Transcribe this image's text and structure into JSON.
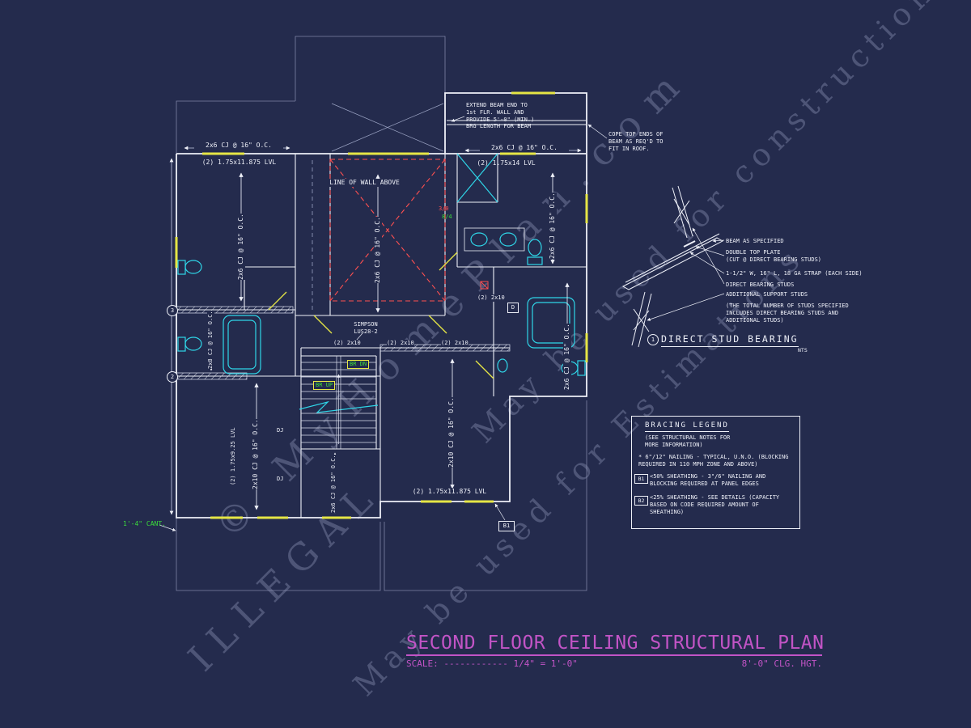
{
  "colors": {
    "background": "#242b4d",
    "line": "#eef0f8",
    "cyan": "#2fd6e8",
    "yellow": "#e6e645",
    "green": "#3bdc3b",
    "red": "#ff5050",
    "magenta": "#c254c6"
  },
  "watermarks": {
    "brand": "© MyHomePlan.com",
    "illegal": "ILLEGAL",
    "estimations": "May be used for Estimations",
    "construction": "May be used for construction"
  },
  "notes": {
    "extend_beam": "EXTEND BEAM END TO\n1st FLR. WALL AND\nPROVIDE 5'-0\" (MIN.)\nBRG LENGTH FOR BEAM",
    "cope": "COPE TOP ENDS OF\nBEAM AS REQ'D TO\nFIT IN ROOF."
  },
  "plan": {
    "cj_top_left": "2x6 CJ @ 16\" O.C.",
    "lvl_top_left": "(2) 1.75x11.875 LVL",
    "cj_top_right": "2x6 CJ @ 16\" O.C.",
    "lvl_top_right": "(2) 1.75x14 LVL",
    "line_of_wall": "LINE OF WALL ABOVE",
    "door_width": "3/0",
    "door_height": "8/4",
    "cj_left": "2x6 CJ @ 16\" O.C.",
    "cj_left_mid": "2x8 CJ @ 16\" O.C.",
    "cj_center": "2x6 CJ @ 16\" O.C.",
    "cj_bath_right": "2x6 CJ @ 16\" O.C.",
    "cj_right_low": "2x6 CJ @ 16\" O.C.",
    "cj_center_low": "2x10 CJ @ 16\" O.C.",
    "cj_bottom_left": "2x10 CJ @ 16\" O.C.",
    "lvl_bottom_left": "(2) 1.75x9.25 LVL",
    "cj_closet": "2x6 CJ @ 16\" O.C.",
    "simpson": "SIMPSON\nLUS28-2",
    "beam_a": "(2) 2x10",
    "beam_b": "(2) 2x10",
    "beam_c": "(2) 2x10",
    "beam_d": "(2) 2x10",
    "br_dn": "BR DN",
    "br_up": "BR UP",
    "lvl_bottom_center": "(2) 1.75x11.875 LVL",
    "cant": "1'-4\" CANT.",
    "marker_b1": "B1",
    "marker_d": "D",
    "dj_1": "DJ",
    "dj_2": "DJ",
    "sec_2": "2",
    "sec_3": "3"
  },
  "detail": {
    "beam": "BEAM AS SPECIFIED",
    "top_plate": "DOUBLE TOP PLATE\n(CUT @ DIRECT BEARING STUDS)",
    "strap": "1-1/2\" W, 16\" L, 18 GA STRAP (EACH SIDE)",
    "bearing_studs": "DIRECT BEARING STUDS",
    "support_studs": "ADDITIONAL SUPPORT STUDS",
    "note": "(THE TOTAL NUMBER OF STUDS SPECIFIED\nINCLUDES DIRECT BEARING STUDS AND\nADDITIONAL STUDS)",
    "marker": "1",
    "title": "DIRECT STUD BEARING",
    "nts": "NTS"
  },
  "legend": {
    "title": "BRACING LEGEND",
    "subtitle": "(SEE STRUCTURAL NOTES FOR\nMORE INFORMATION)",
    "note": "* 6\"/12\" NAILING - TYPICAL, U.N.O. (BLOCKING\nREQUIRED IN 110 MPH ZONE AND ABOVE)",
    "b1_key": "B1",
    "b1_text": "<50% SHEATHING - 3\"/6\" NAILING AND\nBLOCKING REQUIRED AT PANEL EDGES",
    "b2_key": "B2",
    "b2_text": "<25% SHEATHING - SEE DETAILS (CAPACITY\nBASED ON CODE REQUIRED AMOUNT OF\nSHEATHING)"
  },
  "title_block": {
    "title": "SECOND FLOOR CEILING STRUCTURAL PLAN",
    "scale": "SCALE: ------------ 1/4\" = 1'-0\"",
    "ceiling": "8'-0\" CLG. HGT."
  }
}
